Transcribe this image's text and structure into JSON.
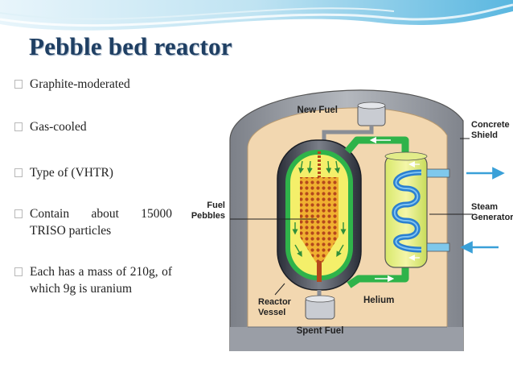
{
  "slide": {
    "title": "Pebble bed reactor",
    "bullets": [
      {
        "text": "Graphite-moderated",
        "marker_icon": "bullet-square-icon"
      },
      {
        "text": "Gas-cooled",
        "marker_icon": "bullet-square-icon"
      },
      {
        "text": "Type of (VHTR)",
        "marker_icon": "bullet-square-icon"
      },
      {
        "text": "Contain about 15000 TRISO particles",
        "marker_icon": "bullet-square-icon"
      },
      {
        "text": "Each has a mass of 210g, of which 9g is uranium",
        "marker_icon": "bullet-square-icon"
      }
    ]
  },
  "diagram": {
    "labels": {
      "new_fuel": "New Fuel",
      "concrete_line1": "Concrete",
      "concrete_line2": "Shield",
      "fuel_line1": "Fuel",
      "fuel_line2": "Pebbles",
      "steam_line1": "Steam",
      "steam_line2": "Generator",
      "reactor_line1": "Reactor",
      "reactor_line2": "Vessel",
      "helium": "Helium",
      "spent_fuel": "Spent Fuel"
    },
    "colors": {
      "title": "#1f3f63",
      "shield": "#9a9ea6",
      "cavity": "#f2d7b0",
      "core": "#f0b030",
      "pebble": "#b5481c",
      "coolant": "#2fb34a",
      "steam_generator_core": "#2a7fd0",
      "water_arrows": "#3aa0d8"
    }
  }
}
